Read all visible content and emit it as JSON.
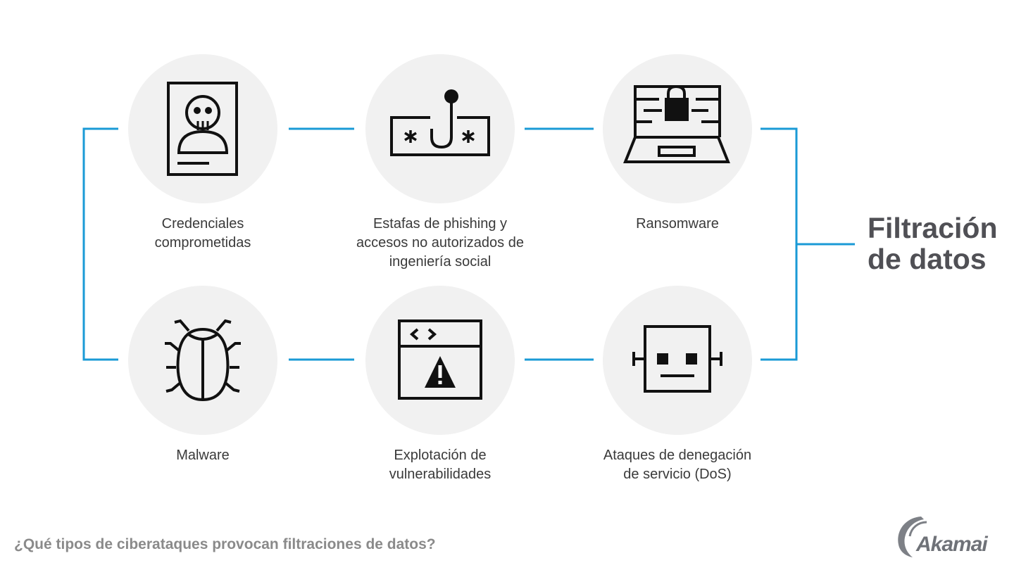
{
  "diagram": {
    "title_lines": [
      "Filtración",
      "de datos"
    ],
    "subtitle": "¿Qué tipos de ciberataques provocan filtraciones de datos?",
    "brand": "Akamai",
    "accent_color": "#1a9ad6",
    "nodes": [
      {
        "icon": "compromised-credentials-icon",
        "label_lines": [
          "Credenciales",
          "comprometidas"
        ]
      },
      {
        "icon": "phishing-hook-icon",
        "label_lines": [
          "Estafas de phishing y",
          "accesos no autorizados de",
          "ingeniería social"
        ]
      },
      {
        "icon": "ransomware-laptop-lock-icon",
        "label_lines": [
          "Ransomware"
        ]
      },
      {
        "icon": "malware-bug-icon",
        "label_lines": [
          "Malware"
        ]
      },
      {
        "icon": "vulnerability-browser-warning-icon",
        "label_lines": [
          "Explotación de",
          "vulnerabilidades"
        ]
      },
      {
        "icon": "dos-robot-icon",
        "label_lines": [
          "Ataques de denegación",
          "de servicio (DoS)"
        ]
      }
    ]
  }
}
